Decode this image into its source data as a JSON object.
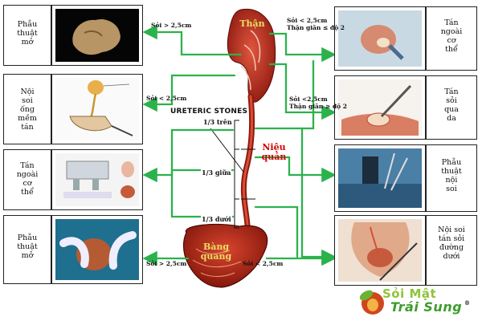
{
  "organs": {
    "kidney": "Thận",
    "ureter": "Niệu\nquản",
    "bladder": "Bàng\nquang"
  },
  "stones_title": "URETERIC STONES",
  "segments": {
    "upper": "1/3 trên",
    "middle": "1/3 giữa",
    "lower": "1/3 dưới"
  },
  "conditions": {
    "kidney_large": "Sỏi > 2,5cm",
    "kidney_small": "Sỏi < 2,5cm",
    "kidney_small_mild": "Sỏi < 2,5cm\nThận giãn ≤ độ 2",
    "kidney_small_severe": "Sỏi <2,5cm\nThận giãn ≥ độ 2",
    "bladder_large": "Sỏi > 2,5cm",
    "bladder_small": "Sỏi  < 2,5cm"
  },
  "left_treatments": [
    "Phẫu\nthuật\nmở",
    "Nội\nsoi\nống\nmềm\ntán",
    "Tán\nngoài\ncơ\nthể",
    "Phẫu\nthuật\nmở"
  ],
  "right_treatments": [
    "Tán\nngoài\ncơ\nthể",
    "Tán\nsỏi\nqua\nda",
    "Phẫu\nthuật\nnội\nsoi",
    "Nội soi\ntán sỏi\nđường\ndưới"
  ],
  "logo": {
    "line1": "Sỏi Mật",
    "line2": "Trái Sung",
    "trademark": "®"
  },
  "colors": {
    "arrow": "#2bb24c",
    "organ": "#b52418",
    "organ_label": "#e8e060",
    "ureter_label": "#d40000"
  }
}
